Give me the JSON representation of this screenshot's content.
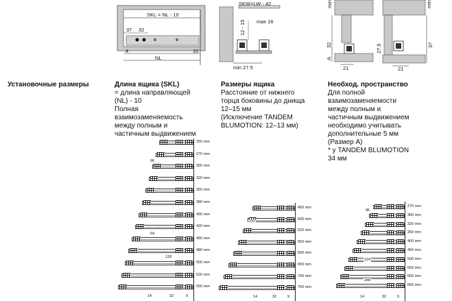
{
  "headings": {
    "install": "Установочные размеры",
    "skl": "Длина ящика (SKL)",
    "drawer": "Размеры ящика",
    "space": "Необход. пространство"
  },
  "texts": {
    "skl": [
      "= длина направляющей",
      "(NL) - 10",
      "Полная",
      "взаимозаменяемость",
      "между полным и",
      "частичным выдвижением"
    ],
    "drawer": [
      "Расстояние от нижнего",
      "торца боковины до днища",
      "12–15 мм",
      "(Исключение TANDEM",
      "BLUMOTION: 12–13 мм)"
    ],
    "space": [
      "Для полной",
      "взаимозаменяемости",
      "между полным и",
      "частичным выдвижением",
      "необходимо  учитывать",
      "дополнительные 5 мм",
      "(Размер A)",
      "* у TANDEM BLUMOTION",
      "34 мм"
    ]
  },
  "drawings": {
    "d1": {
      "skl": "SKL = NL - 10",
      "d37": "37",
      "d32": "32",
      "d4": "4",
      "d10": "10",
      "nl": "NL"
    },
    "d2": {
      "skw": "SKW=LW - 42",
      "max16": "max 16",
      "r12": "12 - 15",
      "min275": "min 27.5"
    },
    "d3": {
      "min": "min",
      "a": "A",
      "d32": "32",
      "d21": "21"
    },
    "d4": {
      "min": "min",
      "d275": "27.5",
      "d37": "37",
      "d21": "21"
    }
  },
  "runners_left": {
    "labels": [
      "250 mm",
      "270 mm",
      "300 mm",
      "320 mm",
      "350 mm",
      "380 mm",
      "400 mm",
      "420 mm",
      "450 mm",
      "480 mm",
      "500 mm",
      "520 mm",
      "550 mm"
    ],
    "dims": {
      "d96": "96",
      "d64": "64",
      "d128": "128",
      "d14": "14",
      "d32": "32",
      "d9": "9"
    }
  },
  "runners_mid": {
    "labels": [
      "450 mm",
      "500 mm",
      "520 mm",
      "550 mm",
      "600 mm",
      "650 mm",
      "700 mm",
      "750 mm"
    ],
    "dims": {
      "d192": "192",
      "d14": "14",
      "d32": "32",
      "d9": "9"
    }
  },
  "runners_right": {
    "labels": [
      "270 mm",
      "300 mm",
      "320 mm",
      "350 mm",
      "400 mm",
      "450 mm",
      "500 mm",
      "550 mm",
      "600 mm",
      "650 mm"
    ],
    "dims": {
      "d96": "96",
      "d224": "224",
      "d288": "288",
      "d14": "14",
      "d32": "32",
      "d9": "9"
    }
  }
}
